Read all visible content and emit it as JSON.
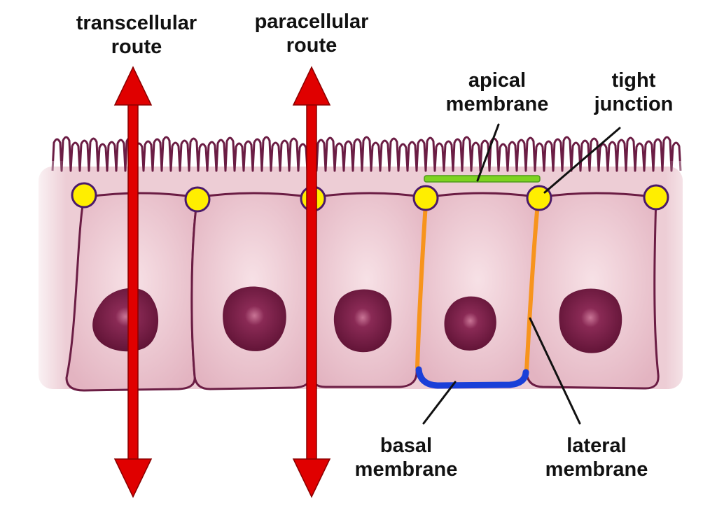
{
  "labels": {
    "transcellular": {
      "line1": "transcellular",
      "line2": "route"
    },
    "paracellular": {
      "line1": "paracellular",
      "line2": "route"
    },
    "apical": {
      "line1": "apical",
      "line2": "membrane"
    },
    "tight": {
      "line1": "tight",
      "line2": "junction"
    },
    "basal": {
      "line1": "basal",
      "line2": "membrane"
    },
    "lateral": {
      "line1": "lateral",
      "line2": "membrane"
    }
  },
  "colors": {
    "cell_fill": "#edc7cf",
    "cell_outline": "#6b1d44",
    "nucleus": "#6d1a3f",
    "junction_fill": "#ffee00",
    "junction_outline": "#4a1a6a",
    "arrow": "#e00000",
    "apical_highlight": "#7ed321",
    "lateral_highlight": "#f7941d",
    "basal_highlight": "#1a3fd8"
  }
}
